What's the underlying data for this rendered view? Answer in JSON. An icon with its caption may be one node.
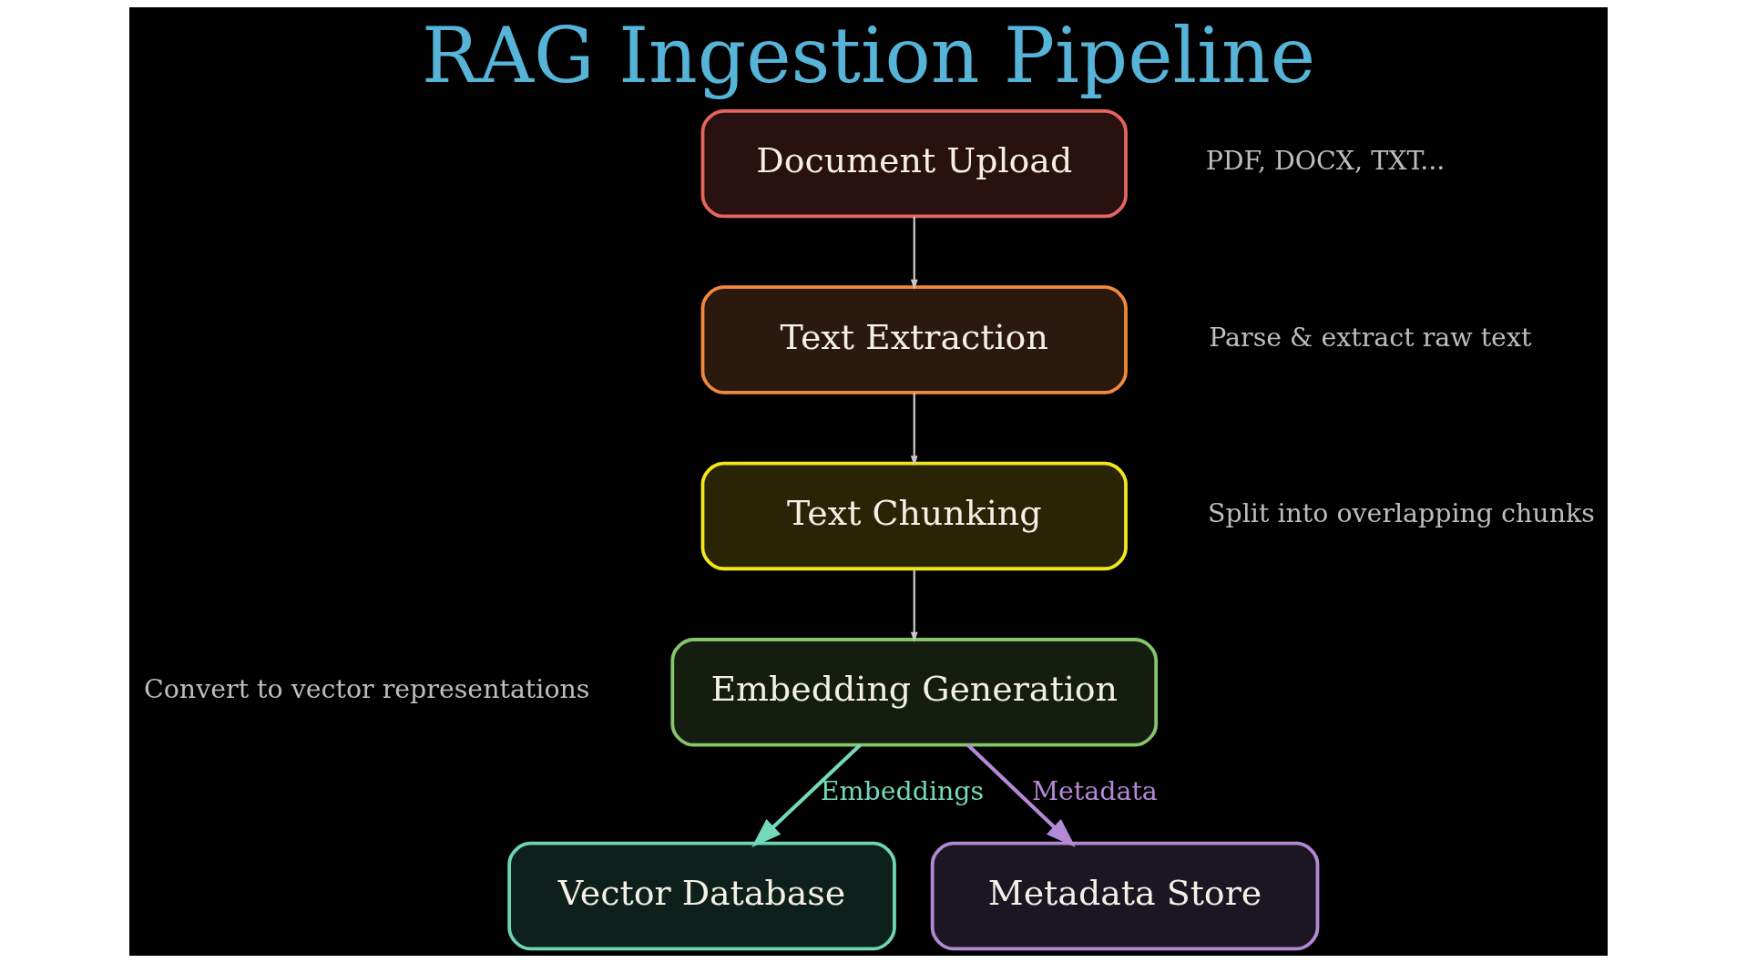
{
  "diagram": {
    "title": "RAG Ingestion Pipeline",
    "nodes": [
      {
        "text": [
          "Document Upload"
        ],
        "beside": [
          "PDF, DOCX, TXT..."
        ]
      },
      {
        "text": [
          "Text Extraction"
        ],
        "beside": [
          "Parse & extract raw text"
        ]
      },
      {
        "text": [
          "Text Chunking"
        ],
        "beside": [
          "Split into overlapping chunks"
        ]
      },
      {
        "text": [
          "Embedding Generation"
        ],
        "beside": [
          "Convert to vector representations"
        ]
      },
      {
        "text": [
          "Vector Database"
        ]
      },
      {
        "text": [
          "Metadata Store"
        ]
      }
    ],
    "edges": [
      {
        "from": 0,
        "to": 1,
        "arrow": "to"
      },
      {
        "from": 1,
        "to": 2,
        "arrow": "to"
      },
      {
        "from": 2,
        "to": 3,
        "arrow": "to"
      },
      {
        "from": 3,
        "to": 4,
        "arrow": "to",
        "label": "Embeddings",
        "color": "#74d9bb"
      },
      {
        "from": 3,
        "to": 5,
        "arrow": "to",
        "label": "Metadata",
        "color": "#b48ad8"
      }
    ]
  }
}
